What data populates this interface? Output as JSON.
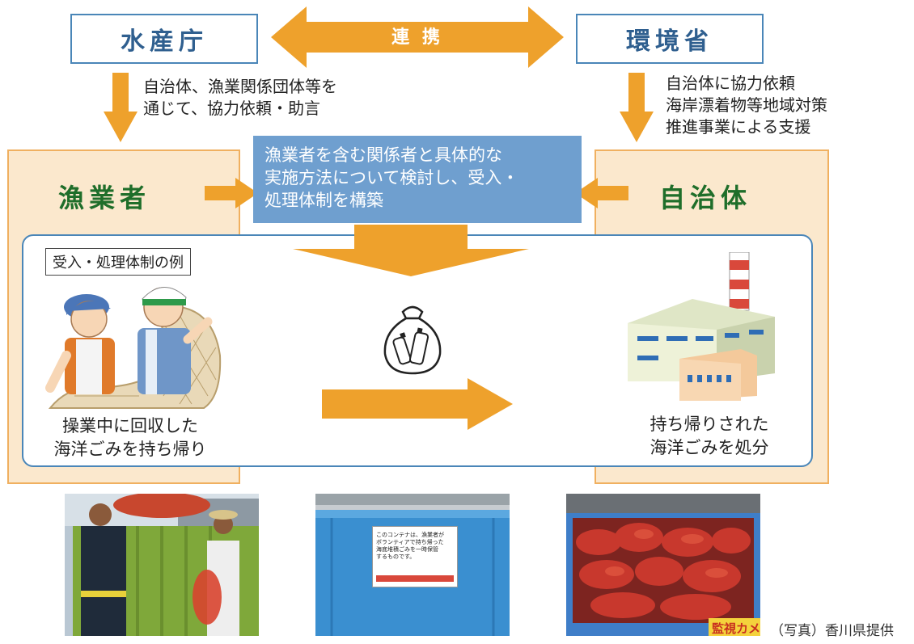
{
  "agencies": {
    "left": "水産庁",
    "right": "環境省",
    "link": "連 携"
  },
  "notes": {
    "left": "自治体、漁業関係団体等を\n通じて、協力依頼・助言",
    "right": "自治体に協力依頼\n海岸漂着物等地域対策\n推進事業による支援"
  },
  "actors": {
    "left": "漁業者",
    "right": "自治体"
  },
  "center_box": "漁業者を含む関係者と具体的な\n実施方法について検討し、受入・\n処理体制を構築",
  "example_label": "受入・処理体制の例",
  "captions": {
    "left": "操業中に回収した\n海洋ごみを持ち帰り",
    "right": "持ち帰りされた\n海洋ごみを処分"
  },
  "photos": {
    "container_sign": "このコンテナは、漁業者が\nボランティアで持ち帰った\n海底堆積ごみを一時保管\nするものです。",
    "surveillance_sign": "監視カメ"
  },
  "credit": "（写真）香川県提供",
  "colors": {
    "arrow_orange": "#eea12c",
    "agency_blue": "#4a86b8",
    "panel_fill": "#fbe8cd",
    "actor_green": "#1f6e2a",
    "center_box_blue": "#6f9fcf"
  }
}
